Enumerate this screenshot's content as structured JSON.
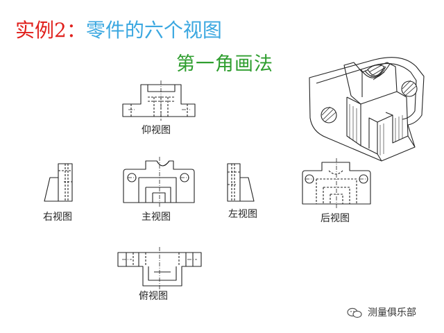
{
  "title": {
    "prefix": "实例2：",
    "topic": "零件的六个视图"
  },
  "subtitle": "第一角画法",
  "views": {
    "bottom": "仰视图",
    "right": "右视图",
    "front": "主视图",
    "left": "左视图",
    "rear": "后视图",
    "top": "俯视图"
  },
  "watermark": {
    "text": "测量俱乐部",
    "icon": "wechat-icon"
  },
  "colors": {
    "title_red": "#e0201c",
    "title_blue": "#3aa7e0",
    "subtitle_green": "#2f9e2f",
    "line": "#222222"
  }
}
